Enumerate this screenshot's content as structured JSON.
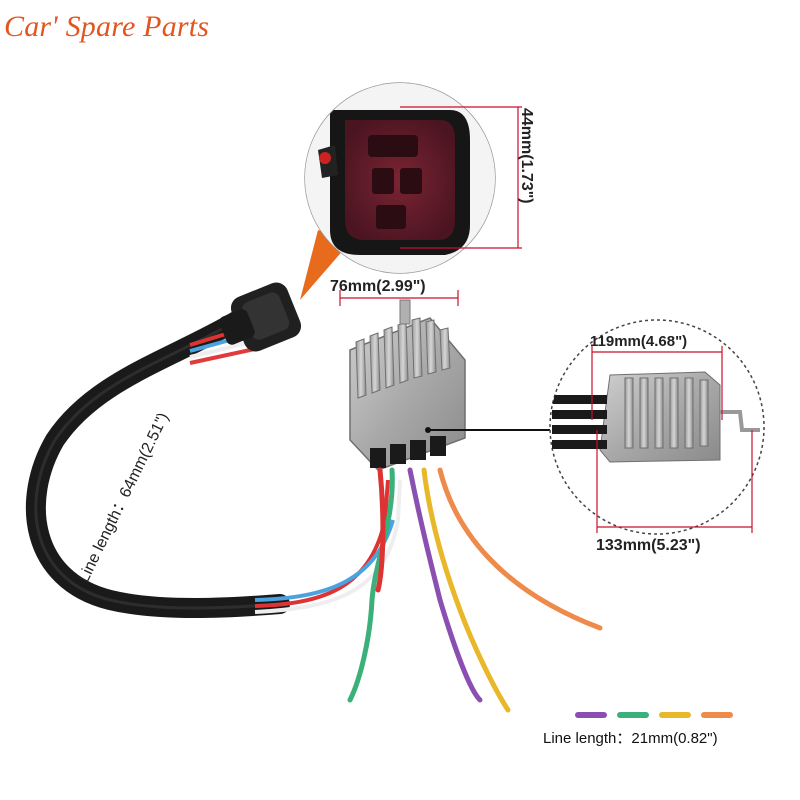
{
  "brand": {
    "label": "Car' Spare Parts",
    "color": "#e2551f"
  },
  "dimensions": {
    "connector_height": "44mm(1.73\")",
    "module_width": "76mm(2.99\")",
    "detail_inner_width": "119mm(4.68\")",
    "detail_total_width": "133mm(5.23\")"
  },
  "line_lengths": {
    "harness": "Line length：64mm(2.51\")",
    "leads": "Line length：21mm(0.82\")"
  },
  "wire_swatches": [
    {
      "color": "#8a4fb0",
      "icon": "purple-wire-swatch"
    },
    {
      "color": "#3bb07a",
      "icon": "green-wire-swatch"
    },
    {
      "color": "#e8b82a",
      "icon": "yellow-wire-swatch"
    },
    {
      "color": "#ee8a4a",
      "icon": "orange-wire-swatch"
    }
  ],
  "accent_colors": {
    "dimension_line": "#c8102e",
    "callout": "#e86a1c"
  }
}
